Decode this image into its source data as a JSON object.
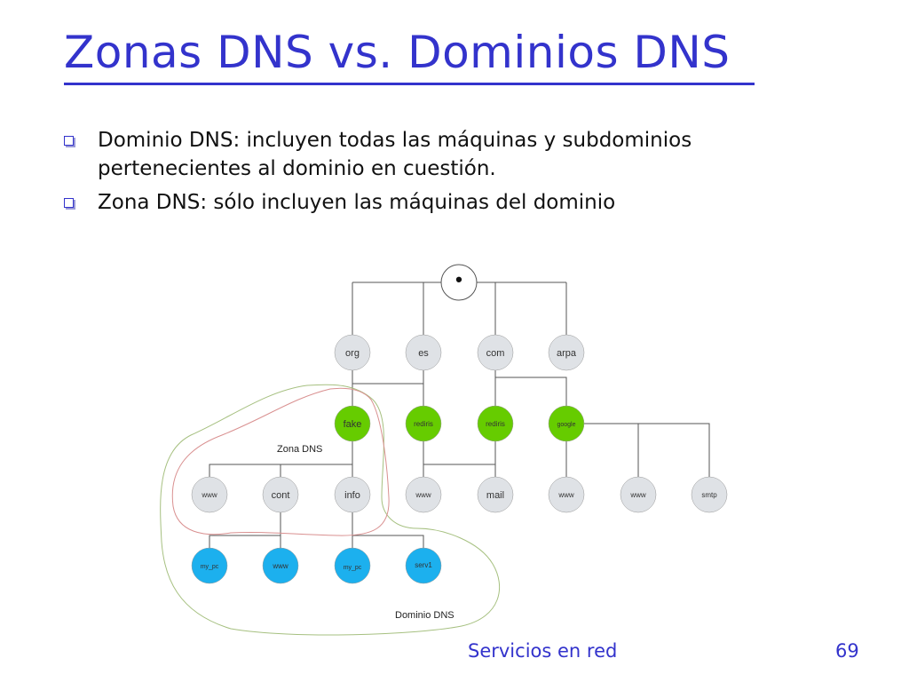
{
  "slide": {
    "title": "Zonas DNS vs. Dominios DNS",
    "bullets": [
      "Dominio DNS: incluyen todas las máquinas y subdominios pertenecientes al dominio en cuestión.",
      "Zona DNS: sólo incluyen las máquinas del dominio"
    ],
    "footer": {
      "course": "Servicios en red",
      "page_number": "69"
    }
  },
  "diagram": {
    "colors": {
      "grey_node": "#dfe2e6",
      "green_node": "#66cc00",
      "blue_node": "#1cb0ee",
      "line": "#555555",
      "zone_outline": "#d99090",
      "domain_outline": "#a6c080"
    },
    "root": {
      "label": "•"
    },
    "level1": [
      {
        "label": "org"
      },
      {
        "label": "es"
      },
      {
        "label": "com"
      },
      {
        "label": "arpa"
      }
    ],
    "level2": [
      {
        "label": "fake"
      },
      {
        "label": "rediris"
      },
      {
        "label": "rediris"
      },
      {
        "label": "google"
      }
    ],
    "level3": [
      {
        "label": "www"
      },
      {
        "label": "cont"
      },
      {
        "label": "info"
      },
      {
        "label": "www"
      },
      {
        "label": "mail"
      },
      {
        "label": "www"
      },
      {
        "label": "www"
      },
      {
        "label": "smtp"
      }
    ],
    "level4": [
      {
        "label": "my_pc"
      },
      {
        "label": "www"
      },
      {
        "label": "my_pc"
      },
      {
        "label": "serv1"
      }
    ],
    "zone_label": "Zona DNS",
    "domain_label": "Dominio DNS"
  }
}
